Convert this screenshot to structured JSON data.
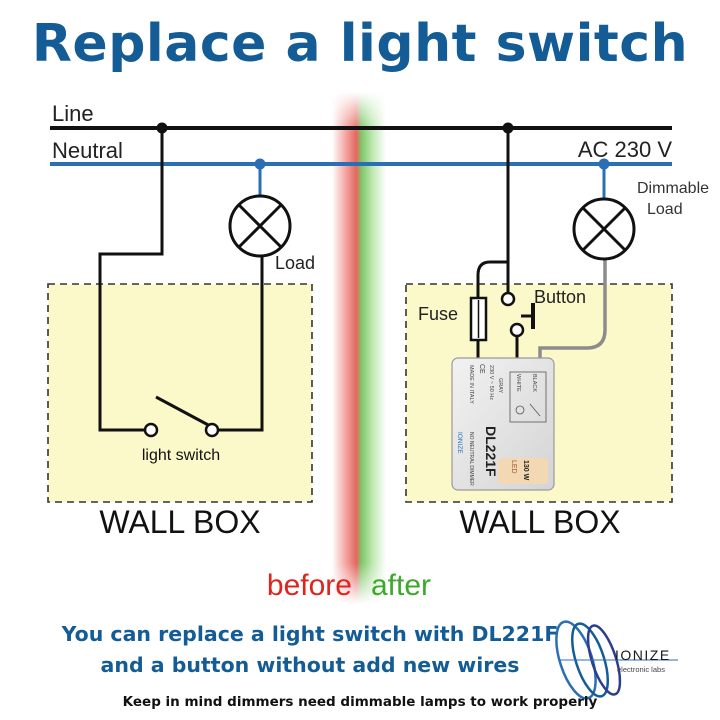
{
  "title": "Replace a light switch",
  "lines": {
    "line_label": "Line",
    "neutral_label": "Neutral",
    "supply_label": "AC 230 V"
  },
  "before": {
    "load_label": "Load",
    "switch_label": "light switch",
    "box_label": "WALL BOX",
    "caption": "before"
  },
  "after": {
    "load_label_1": "Dimmable",
    "load_label_2": "Load",
    "fuse_label": "Fuse",
    "button_label": "Button",
    "box_label": "WALL BOX",
    "caption": "after",
    "device": {
      "model": "DL221F",
      "made_in": "MADE IN ITALY",
      "ce_mark": "CE",
      "rating": "230 V ~ 50 Hz",
      "wire_1": "GRAY",
      "wire_2": "WHITE",
      "wire_3": "BLACK",
      "type": "NO NEUTRAL DIMMER",
      "power": "130 W",
      "led": "LED",
      "brand": "IONIZE"
    }
  },
  "summary_line_1": "You can replace a light switch with DL221F",
  "summary_line_2": "and a button without add new wires",
  "logo": {
    "brand": "IONIZE",
    "tagline": "electronic labs"
  },
  "footnote": "Keep in mind dimmers need dimmable lamps to work properly",
  "colors": {
    "title": "#145c96",
    "wire_line": "#111111",
    "wire_neutral": "#2a6fb5",
    "wall_box_fill": "#fbf8c9",
    "before": "#e0231c",
    "after": "#3da82b",
    "cable_gray": "#8c8c8c"
  }
}
